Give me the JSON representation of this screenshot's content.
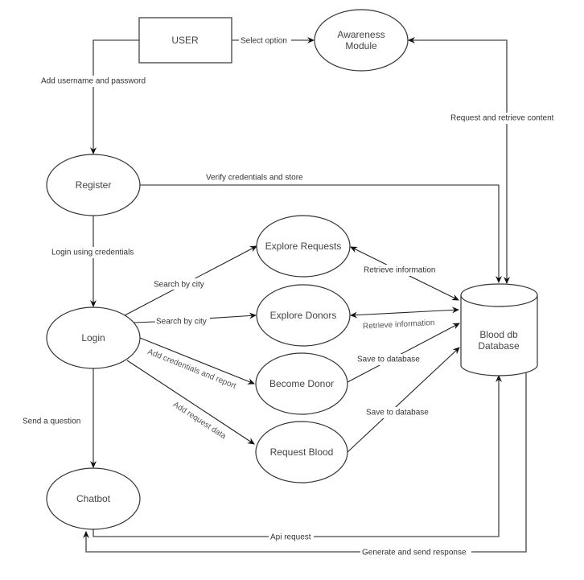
{
  "diagram": {
    "type": "data-flow-diagram",
    "nodes": {
      "user": {
        "label": "USER",
        "shape": "rectangle"
      },
      "awareness": {
        "label_line1": "Awareness",
        "label_line2": "Module",
        "shape": "ellipse"
      },
      "register": {
        "label": "Register",
        "shape": "ellipse"
      },
      "login": {
        "label": "Login",
        "shape": "ellipse"
      },
      "chatbot": {
        "label": "Chatbot",
        "shape": "ellipse"
      },
      "explore_requests": {
        "label": "Explore Requests",
        "shape": "ellipse"
      },
      "explore_donors": {
        "label": "Explore Donors",
        "shape": "ellipse"
      },
      "become_donor": {
        "label": "Become Donor",
        "shape": "ellipse"
      },
      "request_blood": {
        "label": "Request Blood",
        "shape": "ellipse"
      },
      "database": {
        "label_line1": "Blood db",
        "label_line2": "Database",
        "shape": "cylinder"
      }
    },
    "edges": {
      "user_to_awareness": {
        "from": "USER",
        "to": "Awareness Module",
        "label": "Select option"
      },
      "user_to_register": {
        "from": "USER",
        "to": "Register",
        "label": "Add username and password"
      },
      "db_awareness": {
        "from": "Blood db Database",
        "to": "Awareness Module",
        "label": "Request and retrieve content",
        "bidirectional": true
      },
      "register_to_db": {
        "from": "Register",
        "to": "Blood db Database",
        "label": "Verify credentials and store"
      },
      "register_to_login": {
        "from": "Register",
        "to": "Login",
        "label": "Login using credentials"
      },
      "login_to_explore_requests": {
        "from": "Login",
        "to": "Explore Requests",
        "label": "Search by city"
      },
      "login_to_explore_donors": {
        "from": "Login",
        "to": "Explore Donors",
        "label": "Search by city"
      },
      "login_to_become_donor": {
        "from": "Login",
        "to": "Become Donor",
        "label": "Add credentials and report"
      },
      "login_to_request_blood": {
        "from": "Login",
        "to": "Request Blood",
        "label": "Add request data"
      },
      "db_to_explore_requests": {
        "from": "Blood db Database",
        "to": "Explore Requests",
        "label": "Retrieve information",
        "bidirectional": true
      },
      "db_to_explore_donors": {
        "from": "Blood db Database",
        "to": "Explore Donors",
        "label": "Retrieve information",
        "bidirectional": true
      },
      "become_donor_to_db": {
        "from": "Become Donor",
        "to": "Blood db Database",
        "label": "Save to database"
      },
      "request_blood_to_db": {
        "from": "Request Blood",
        "to": "Blood db Database",
        "label": "Save to database"
      },
      "login_to_chatbot": {
        "from": "Login",
        "to": "Chatbot",
        "label": "Send a question"
      },
      "chatbot_to_db": {
        "from": "Chatbot",
        "to": "Blood db Database",
        "label": "Api request"
      },
      "db_to_chatbot": {
        "from": "Blood db Database",
        "to": "Chatbot",
        "label": "Generate and send response"
      }
    }
  }
}
